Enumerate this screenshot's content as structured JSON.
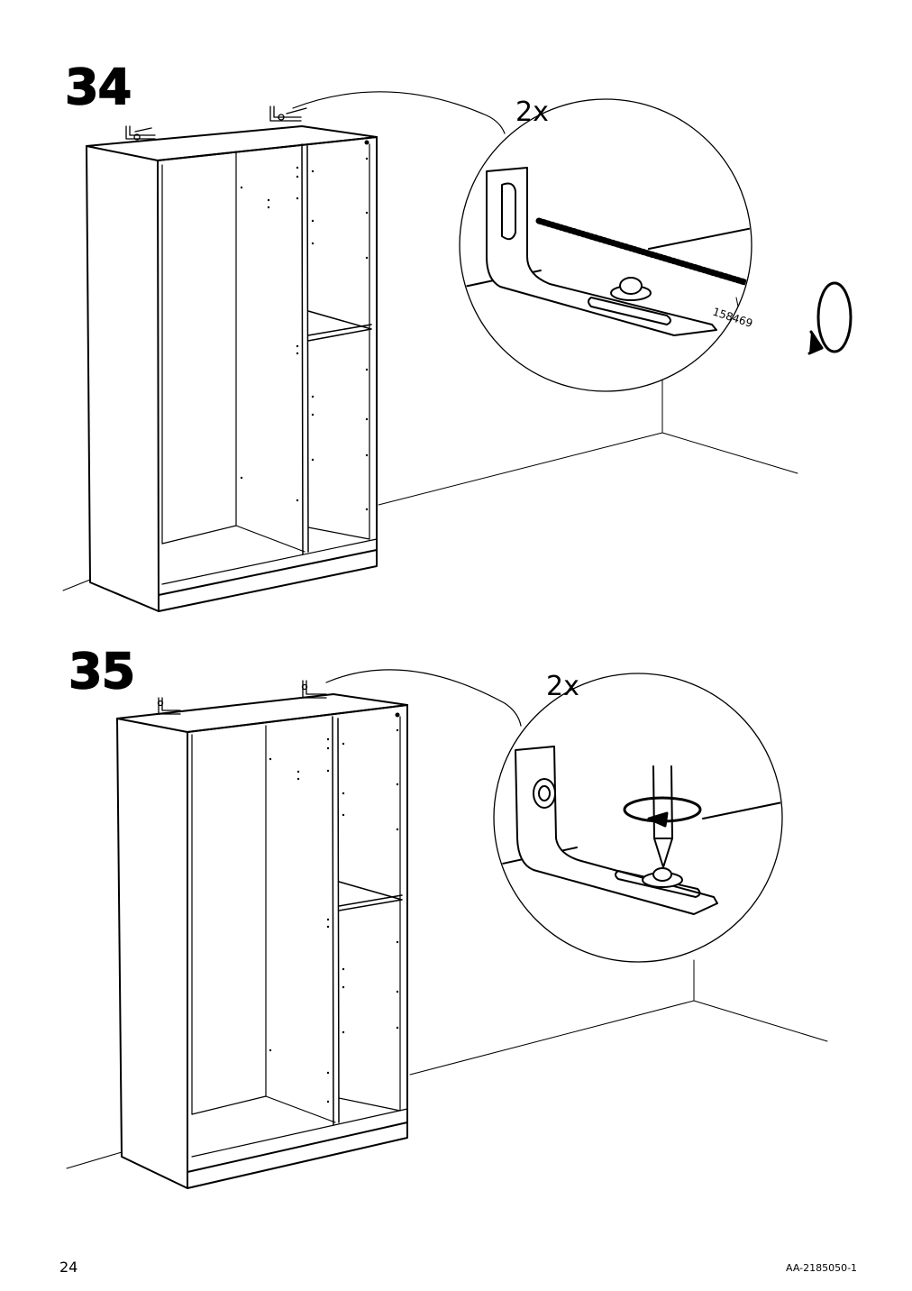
{
  "steps": [
    {
      "number": "34",
      "quantity": "2x",
      "part_number": "158469",
      "action": "screw-into-wall"
    },
    {
      "number": "35",
      "quantity": "2x",
      "action": "screw-bracket-to-cabinet-top"
    }
  ],
  "footer": {
    "page_number": "24",
    "document_code": "AA-2185050-1"
  }
}
